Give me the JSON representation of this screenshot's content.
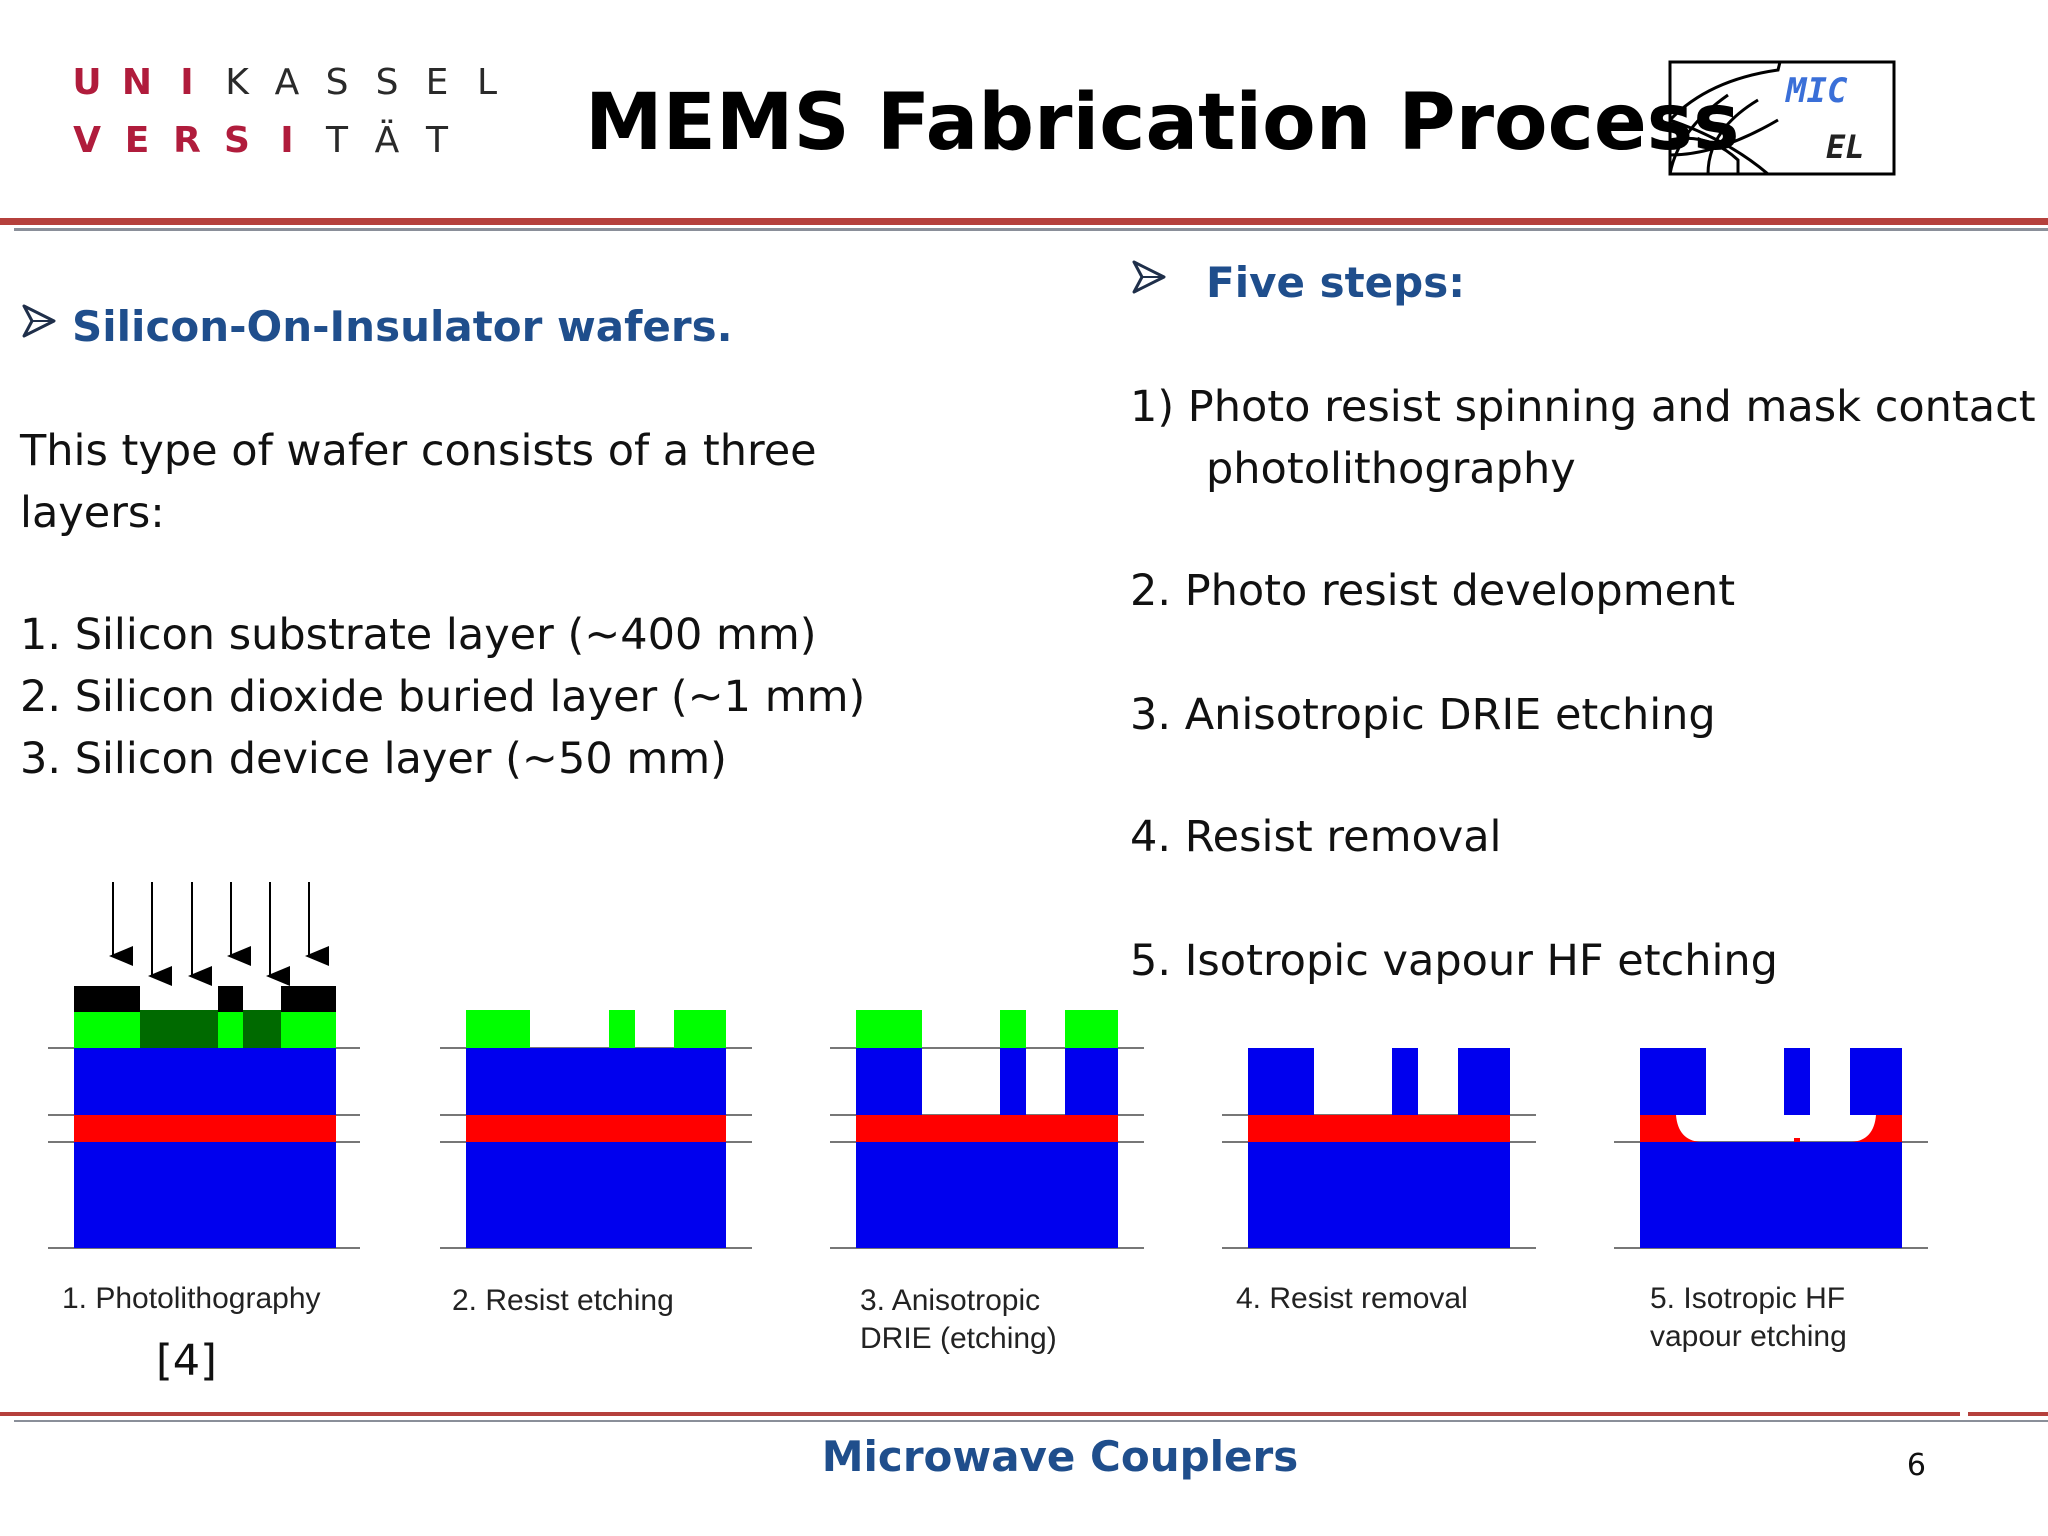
{
  "header": {
    "logo_row1": [
      "U",
      "N",
      "I",
      "K",
      "A",
      "S",
      "S",
      "E",
      "L"
    ],
    "logo_row2": [
      "V",
      "E",
      "R",
      "S",
      "I",
      "T",
      "Ä",
      "T"
    ],
    "title": "MEMS Fabrication Process",
    "micel_logo": {
      "line1": "MIC",
      "line2": "EL"
    }
  },
  "left": {
    "heading": "Silicon-On-Insulator wafers.",
    "intro_line1": "This type of wafer consists of a three",
    "intro_line2": "layers:",
    "layers": [
      "1. Silicon substrate layer (~400 mm)",
      "2. Silicon dioxide buried layer (~1 mm)",
      "3. Silicon device layer (~50 mm)"
    ]
  },
  "right": {
    "heading": "Five steps:",
    "step1_line1": "1) Photo resist spinning and mask contact",
    "step1_line2": "photolithography",
    "step2": "2. Photo resist development",
    "step3": "3. Anisotropic DRIE etching",
    "step4": "4. Resist removal",
    "step5": "5. Isotropic vapour HF etching"
  },
  "diagram": {
    "captions": [
      [
        "1. Photolithography"
      ],
      [
        "2. Resist etching"
      ],
      [
        "3. Anisotropic",
        "DRIE (etching)"
      ],
      [
        "4. Resist removal"
      ],
      [
        "5. Isotropic HF",
        "vapour etching"
      ]
    ],
    "reference": "[4]",
    "colors": {
      "silicon": "#0000ee",
      "oxide": "#ff0000",
      "resist": "#00ff00",
      "resist_exposed": "#006a00",
      "mask": "#000000"
    }
  },
  "footer": {
    "title": "Microwave Couplers",
    "page": "6"
  }
}
